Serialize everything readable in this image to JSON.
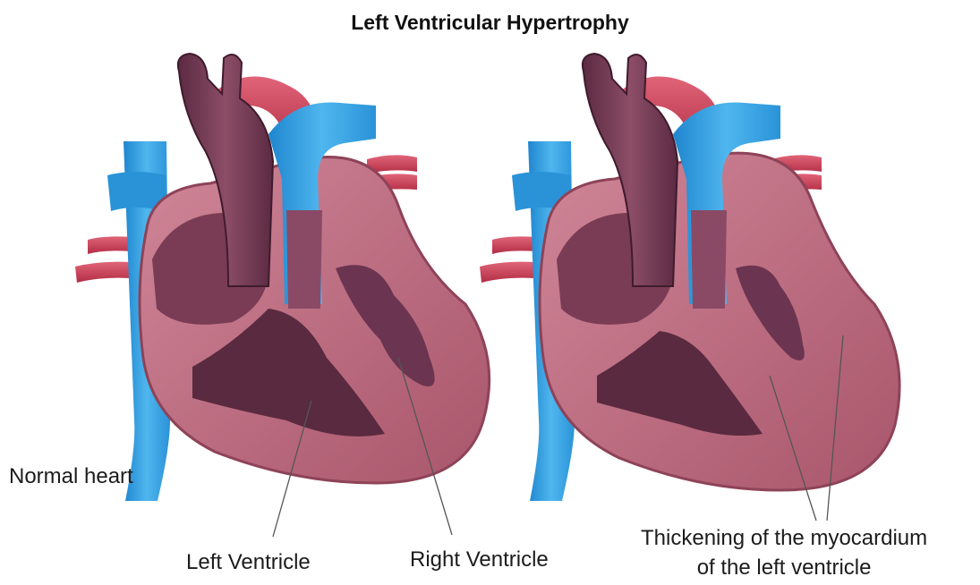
{
  "title": "Left Ventricular Hypertrophy",
  "labels": {
    "normal_heart": "Normal heart",
    "left_ventricle": "Left Ventricle",
    "right_ventricle": "Right Ventricle",
    "thickening_line1": "Thickening of the myocardium",
    "thickening_line2": "of the left ventricle"
  },
  "colors": {
    "myocardium": "#c27082",
    "myocardium_shadow": "#9b4a5f",
    "chamber_dark": "#5a2a40",
    "chamber_mid": "#7a3c55",
    "artery_red": "#c43a4e",
    "vein_blue": "#2f9ee0",
    "vein_light": "#7fc8f2",
    "aorta": "#6e3550"
  }
}
